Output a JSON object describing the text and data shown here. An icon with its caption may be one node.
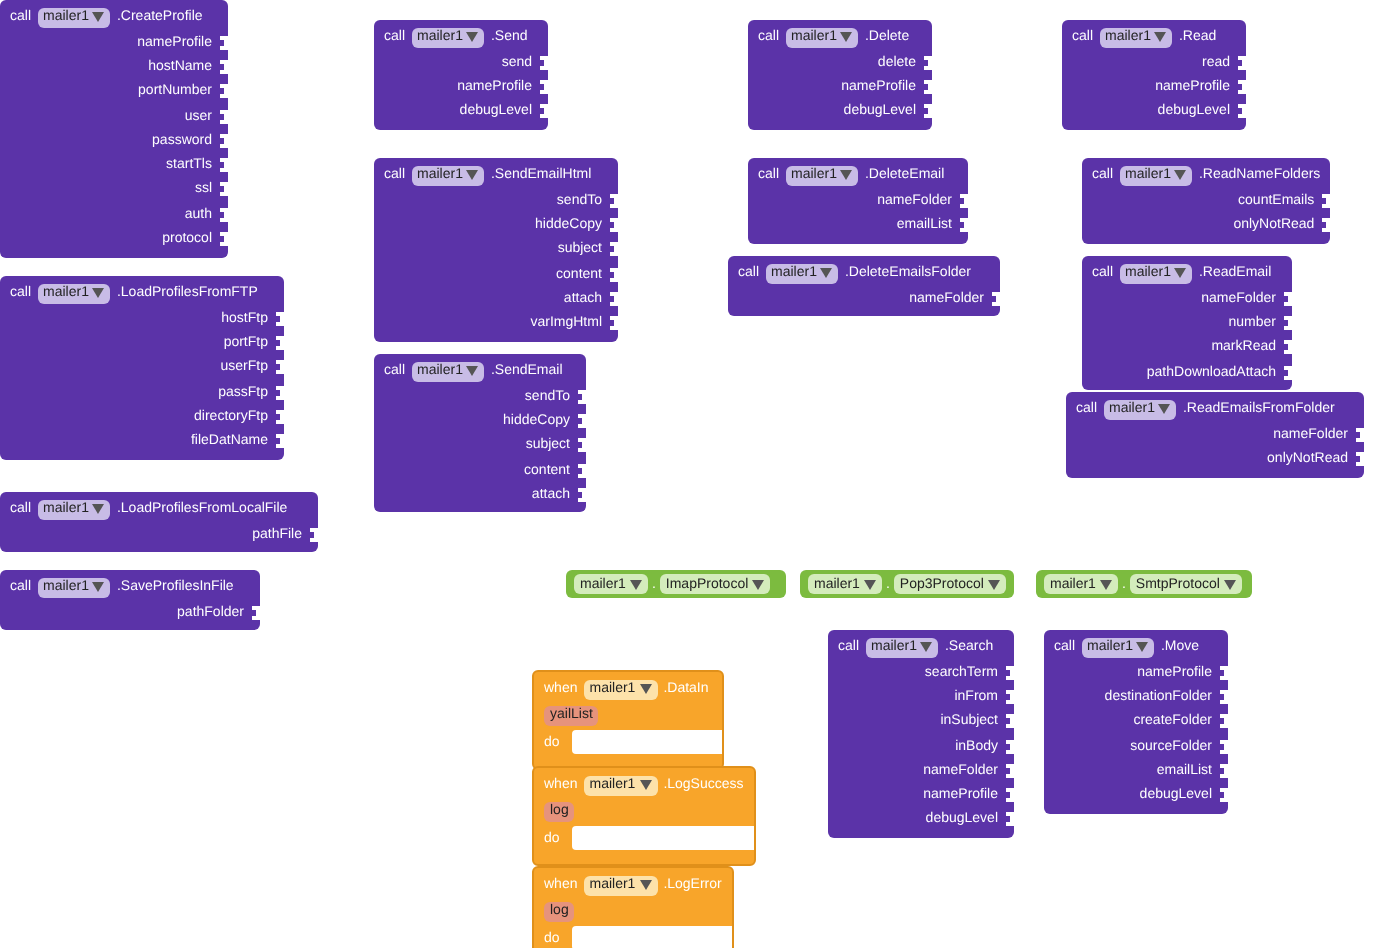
{
  "diagram": {
    "nodes": [
      {
        "text": [
          "call",
          "mailer1",
          ".CreateProfile",
          "nameProfile",
          "hostName",
          "portNumber",
          "user",
          "password",
          "startTls",
          "ssl",
          "auth",
          "protocol"
        ]
      },
      {
        "text": [
          "call",
          "mailer1",
          ".LoadProfilesFromFTP",
          "hostFtp",
          "portFtp",
          "userFtp",
          "passFtp",
          "directoryFtp",
          "fileDatName"
        ]
      },
      {
        "text": [
          "call",
          "mailer1",
          ".LoadProfilesFromLocalFile",
          "pathFile"
        ]
      },
      {
        "text": [
          "call",
          "mailer1",
          ".SaveProfilesInFile",
          "pathFolder"
        ]
      },
      {
        "text": [
          "call",
          "mailer1",
          ".Send",
          "send",
          "nameProfile",
          "debugLevel"
        ]
      },
      {
        "text": [
          "call",
          "mailer1",
          ".SendEmailHtml",
          "sendTo",
          "hiddeCopy",
          "subject",
          "content",
          "attach",
          "varImgHtml"
        ]
      },
      {
        "text": [
          "call",
          "mailer1",
          ".SendEmail",
          "sendTo",
          "hiddeCopy",
          "subject",
          "content",
          "attach"
        ]
      },
      {
        "text": [
          "call",
          "mailer1",
          ".Delete",
          "delete",
          "nameProfile",
          "debugLevel"
        ]
      },
      {
        "text": [
          "call",
          "mailer1",
          ".DeleteEmail",
          "nameFolder",
          "emailList"
        ]
      },
      {
        "text": [
          "call",
          "mailer1",
          ".DeleteEmailsFolder",
          "nameFolder"
        ]
      },
      {
        "text": [
          "call",
          "mailer1",
          ".Read",
          "read",
          "nameProfile",
          "debugLevel"
        ]
      },
      {
        "text": [
          "call",
          "mailer1",
          ".ReadNameFolders",
          "countEmails",
          "onlyNotRead"
        ]
      },
      {
        "text": [
          "call",
          "mailer1",
          ".ReadEmail",
          "nameFolder",
          "number",
          "markRead",
          "pathDownloadAttach"
        ]
      },
      {
        "text": [
          "call",
          "mailer1",
          ".ReadEmailsFromFolder",
          "nameFolder",
          "onlyNotRead"
        ]
      },
      {
        "text": [
          "mailer1",
          ".",
          "ImapProtocol"
        ]
      },
      {
        "text": [
          "mailer1",
          ".",
          "Pop3Protocol"
        ]
      },
      {
        "text": [
          "mailer1",
          ".",
          "SmtpProtocol"
        ]
      },
      {
        "text": [
          "call",
          "mailer1",
          ".Search",
          "searchTerm",
          "inFrom",
          "inSubject",
          "inBody",
          "nameFolder",
          "nameProfile",
          "debugLevel"
        ]
      },
      {
        "text": [
          "call",
          "mailer1",
          ".Move",
          "nameProfile",
          "destinationFolder",
          "createFolder",
          "sourceFolder",
          "emailList",
          "debugLevel"
        ]
      },
      {
        "text": [
          "when",
          "mailer1",
          ".DataIn",
          "yailList",
          "do"
        ]
      },
      {
        "text": [
          "when",
          "mailer1",
          ".LogSuccess",
          "log",
          "do"
        ]
      },
      {
        "text": [
          "when",
          "mailer1",
          ".LogError",
          "log",
          "do"
        ]
      }
    ]
  }
}
